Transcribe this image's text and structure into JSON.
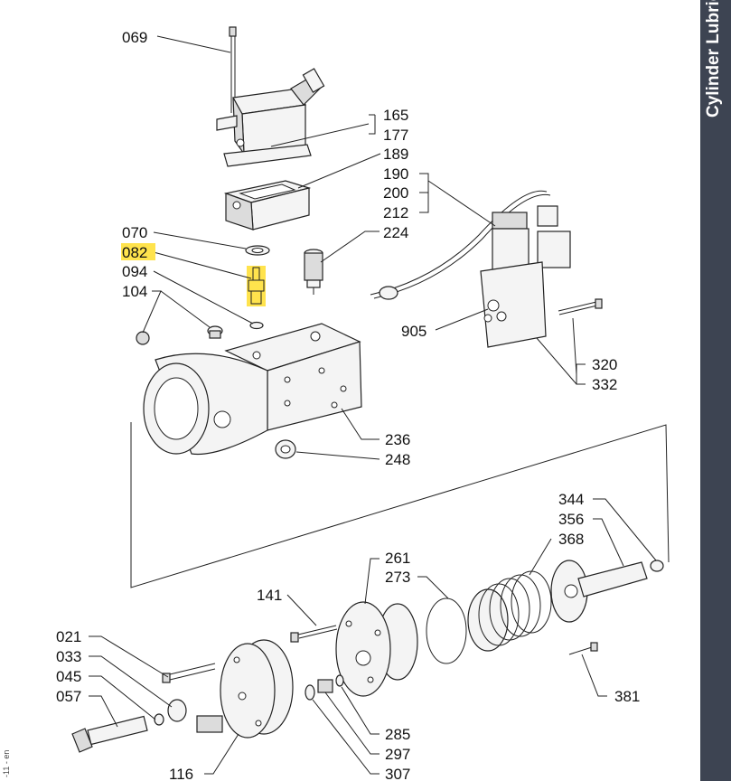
{
  "sidebar": {
    "title": "Cylinder Lubrica"
  },
  "doc_code": "-11 - en",
  "highlight_color": "#ffe34d",
  "panel_color": "#3d4452",
  "labels": [
    {
      "text": "069"
    },
    {
      "text": "165"
    },
    {
      "text": "177"
    },
    {
      "text": "189"
    },
    {
      "text": "190"
    },
    {
      "text": "200"
    },
    {
      "text": "212"
    },
    {
      "text": "224"
    },
    {
      "text": "070"
    },
    {
      "text": "082",
      "highlighted": true
    },
    {
      "text": "094"
    },
    {
      "text": "104"
    },
    {
      "text": "905"
    },
    {
      "text": "320"
    },
    {
      "text": "332"
    },
    {
      "text": "236"
    },
    {
      "text": "248"
    },
    {
      "text": "344"
    },
    {
      "text": "356"
    },
    {
      "text": "368"
    },
    {
      "text": "261"
    },
    {
      "text": "273"
    },
    {
      "text": "141"
    },
    {
      "text": "021"
    },
    {
      "text": "033"
    },
    {
      "text": "045"
    },
    {
      "text": "057"
    },
    {
      "text": "381"
    },
    {
      "text": "285"
    },
    {
      "text": "297"
    },
    {
      "text": "116"
    },
    {
      "text": "307"
    }
  ]
}
